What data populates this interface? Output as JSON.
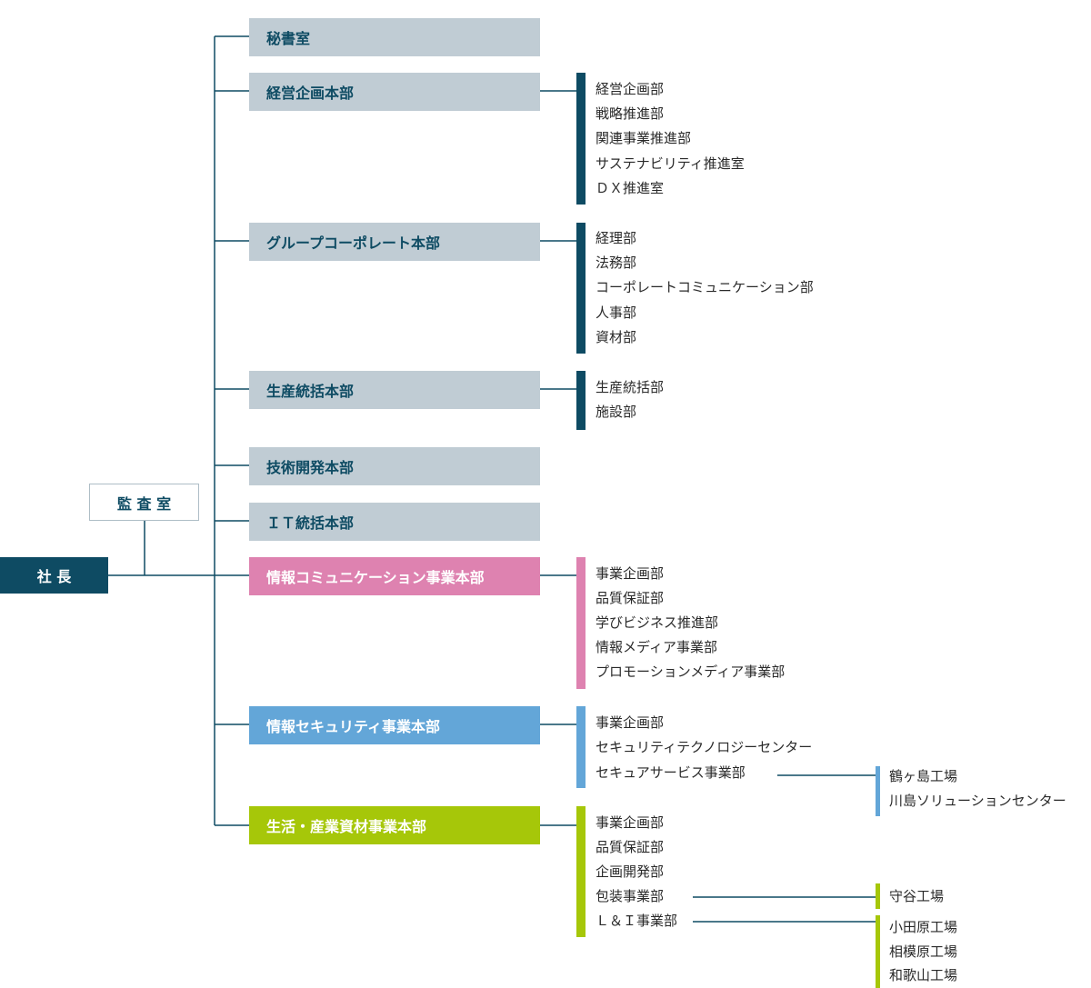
{
  "president": "社 長",
  "audit": "監 査 室",
  "headquarters": [
    {
      "label": "秘書室"
    },
    {
      "label": "経営企画本部"
    },
    {
      "label": "グループコーポレート本部"
    },
    {
      "label": "生産統括本部"
    },
    {
      "label": "技術開発本部"
    },
    {
      "label": "ＩＴ統括本部"
    },
    {
      "label": "情報コミュニケーション事業本部"
    },
    {
      "label": "情報セキュリティ事業本部"
    },
    {
      "label": "生活・産業資材事業本部"
    }
  ],
  "departments": {
    "keiei": [
      "経営企画部",
      "戦略推進部",
      "関連事業推進部",
      "サステナビリティ推進室",
      "ＤＸ推進室"
    ],
    "corporate": [
      "経理部",
      "法務部",
      "コーポレートコミュニケーション部",
      "人事部",
      "資材部"
    ],
    "seisan": [
      "生産統括部",
      "施設部"
    ],
    "joho_comm": [
      "事業企画部",
      "品質保証部",
      "学びビジネス推進部",
      "情報メディア事業部",
      "プロモーションメディア事業部"
    ],
    "security": [
      "事業企画部",
      "セキュリティテクノロジーセンター",
      "セキュアサービス事業部"
    ],
    "seikatsu": [
      "事業企画部",
      "品質保証部",
      "企画開発部",
      "包装事業部",
      "Ｌ＆Ｉ事業部"
    ]
  },
  "sub_units": {
    "secure_service": [
      "鶴ヶ島工場",
      "川島ソリューションセンター"
    ],
    "packaging": [
      "守谷工場"
    ],
    "li": [
      "小田原工場",
      "相模原工場",
      "和歌山工場"
    ]
  },
  "colors": {
    "navy": "#0e4b63",
    "gray_box": "#c0ccd4",
    "pink": "#de82b0",
    "blue": "#63a6d8",
    "green": "#a6c709"
  }
}
